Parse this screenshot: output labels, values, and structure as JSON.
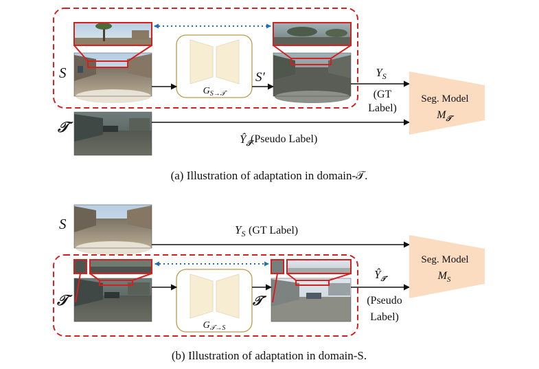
{
  "panel_a": {
    "source_symbol": "S",
    "target_symbol": "𝒯",
    "generator": {
      "main": "G",
      "sub": "S→𝒯"
    },
    "translated_symbol": "S′",
    "gt_label": {
      "symbol": "Y",
      "sub": "S",
      "line1": "(GT",
      "line2": "Label)"
    },
    "pseudo_label": {
      "symbol": "Ŷ",
      "sub": "𝒯",
      "text": "(Pseudo Label)"
    },
    "model": {
      "line1": "Seg. Model",
      "symbol": "M",
      "sub": "𝒯"
    },
    "caption": "(a) Illustration of adaptation in domain-𝒯."
  },
  "panel_b": {
    "source_symbol": "S",
    "target_symbol": "𝒯",
    "generator": {
      "main": "G",
      "sub": "𝒯→S"
    },
    "translated_symbol": "𝒯′",
    "gt_label": {
      "symbol": "Y",
      "sub": "S",
      "text": "(GT Label)"
    },
    "pseudo_label": {
      "symbol": "Ŷ",
      "sub": "𝒯′",
      "line1": "(Pseudo",
      "line2": "Label)"
    },
    "model": {
      "line1": "Seg. Model",
      "symbol": "M",
      "sub": "S"
    },
    "caption": "(b) Illustration of adaptation in domain-S."
  },
  "colors": {
    "dashed_frame": "#d62020",
    "crop_box": "#d62020",
    "dotted_link": "#1f6fc0",
    "generator_border": "#b89a4a",
    "generator_fill": "#f7edd2",
    "model_fill": "#fbdcc0",
    "arrow": "#111111"
  }
}
